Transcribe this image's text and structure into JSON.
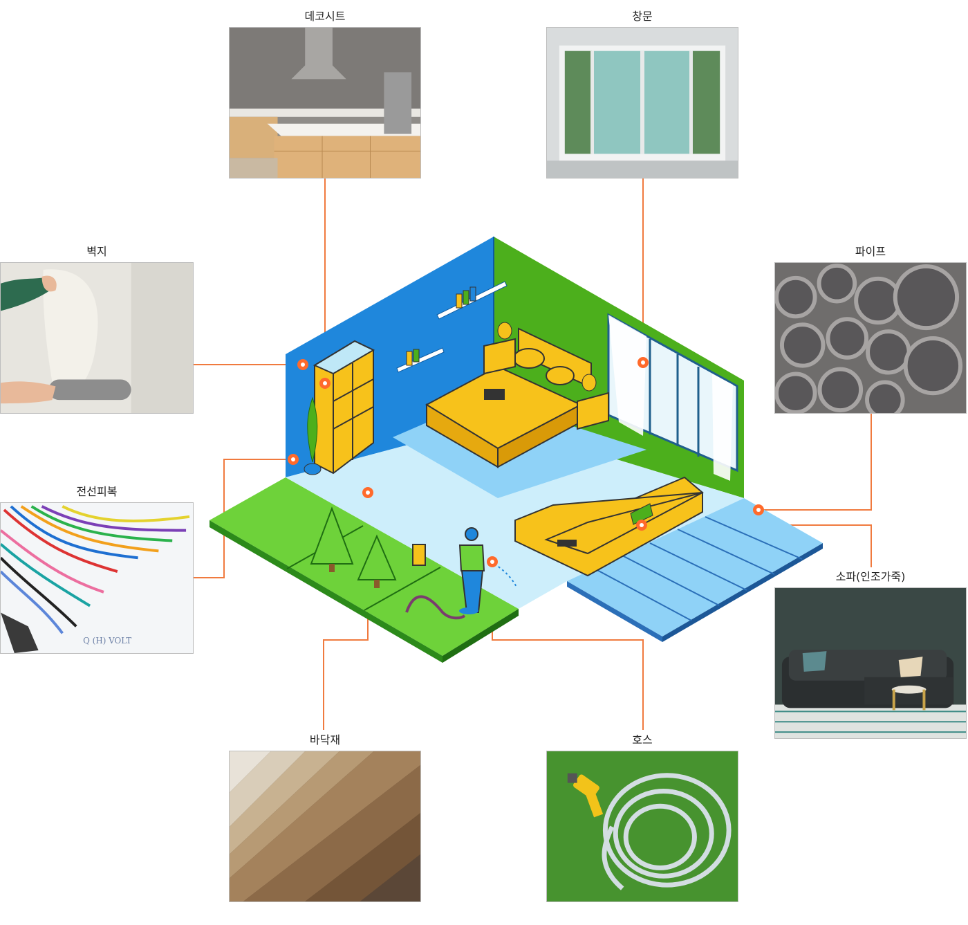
{
  "colors": {
    "leader_line": "#f07a3e",
    "marker": "#ff6a2b",
    "wall_blue": "#1f87dc",
    "wall_green": "#4caf1c",
    "floor": "#cdeefb",
    "furniture": "#f7c21b",
    "grass": "#6ed23a"
  },
  "materials": [
    {
      "id": "deco-sheet",
      "label": "데코시트",
      "icon": "kitchen-photo"
    },
    {
      "id": "window",
      "label": "창문",
      "icon": "window-photo"
    },
    {
      "id": "wallpaper",
      "label": "벽지",
      "icon": "wallpaper-photo"
    },
    {
      "id": "pipe",
      "label": "파이프",
      "icon": "pipe-photo"
    },
    {
      "id": "wire",
      "label": "전선피복",
      "icon": "wire-photo"
    },
    {
      "id": "sofa",
      "label": "소파(인조가죽)",
      "icon": "sofa-photo"
    },
    {
      "id": "flooring",
      "label": "바닥재",
      "icon": "flooring-photo"
    },
    {
      "id": "hose",
      "label": "호스",
      "icon": "hose-photo"
    }
  ]
}
